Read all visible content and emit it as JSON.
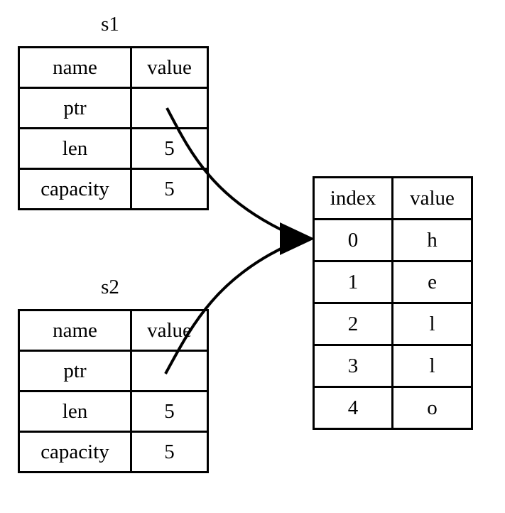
{
  "diagram": {
    "title": "Two string structs pointing to the same heap data",
    "background_color": "#ffffff",
    "stroke_color": "#000000"
  },
  "structs": [
    {
      "id": "s1",
      "label": "s1",
      "columns": [
        "name",
        "value"
      ],
      "rows": [
        {
          "name": "ptr",
          "value": ""
        },
        {
          "name": "len",
          "value": "5"
        },
        {
          "name": "capacity",
          "value": "5"
        }
      ]
    },
    {
      "id": "s2",
      "label": "s2",
      "columns": [
        "name",
        "value"
      ],
      "rows": [
        {
          "name": "ptr",
          "value": ""
        },
        {
          "name": "len",
          "value": "5"
        },
        {
          "name": "capacity",
          "value": "5"
        }
      ]
    }
  ],
  "heap_table": {
    "columns": [
      "index",
      "value"
    ],
    "rows": [
      {
        "index": "0",
        "value": "h"
      },
      {
        "index": "1",
        "value": "e"
      },
      {
        "index": "2",
        "value": "l"
      },
      {
        "index": "3",
        "value": "l"
      },
      {
        "index": "4",
        "value": "o"
      }
    ]
  },
  "arrows": [
    {
      "id": "s1-ptr-arrow",
      "from": "s1.ptr",
      "to": "heap_table.row0"
    },
    {
      "id": "s2-ptr-arrow",
      "from": "s2.ptr",
      "to": "heap_table.row0"
    }
  ]
}
